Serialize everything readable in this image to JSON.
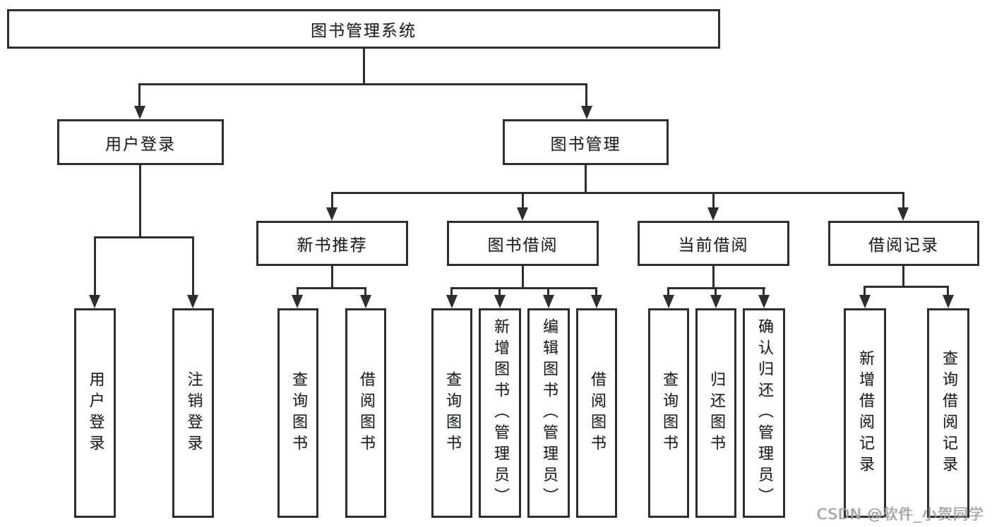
{
  "diagram": {
    "root": {
      "label": "图书管理系统"
    },
    "branches": [
      {
        "label": "用户登录",
        "children": [
          {
            "label": "用户登录"
          },
          {
            "label": "注销登录"
          }
        ]
      },
      {
        "label": "图书管理",
        "children": [
          {
            "label": "新书推荐",
            "children": [
              {
                "label": "查询图书"
              },
              {
                "label": "借阅图书"
              }
            ]
          },
          {
            "label": "图书借阅",
            "children": [
              {
                "label": "查询图书"
              },
              {
                "label": "新增图书（管理员）"
              },
              {
                "label": "编辑图书（管理员）"
              },
              {
                "label": "借阅图书"
              }
            ]
          },
          {
            "label": "当前借阅",
            "children": [
              {
                "label": "查询图书"
              },
              {
                "label": "归还图书"
              },
              {
                "label": "确认归还（管理员）"
              }
            ]
          },
          {
            "label": "借阅记录",
            "children": [
              {
                "label": "新增借阅记录"
              },
              {
                "label": "查询借阅记录"
              }
            ]
          }
        ]
      }
    ]
  },
  "watermark": {
    "text": "CSDN @软件_小贺同学"
  },
  "colors": {
    "line": "#2e2e2e",
    "text": "#1c1c1c",
    "watermark": "#a3a3a3",
    "background": "#ffffff"
  }
}
